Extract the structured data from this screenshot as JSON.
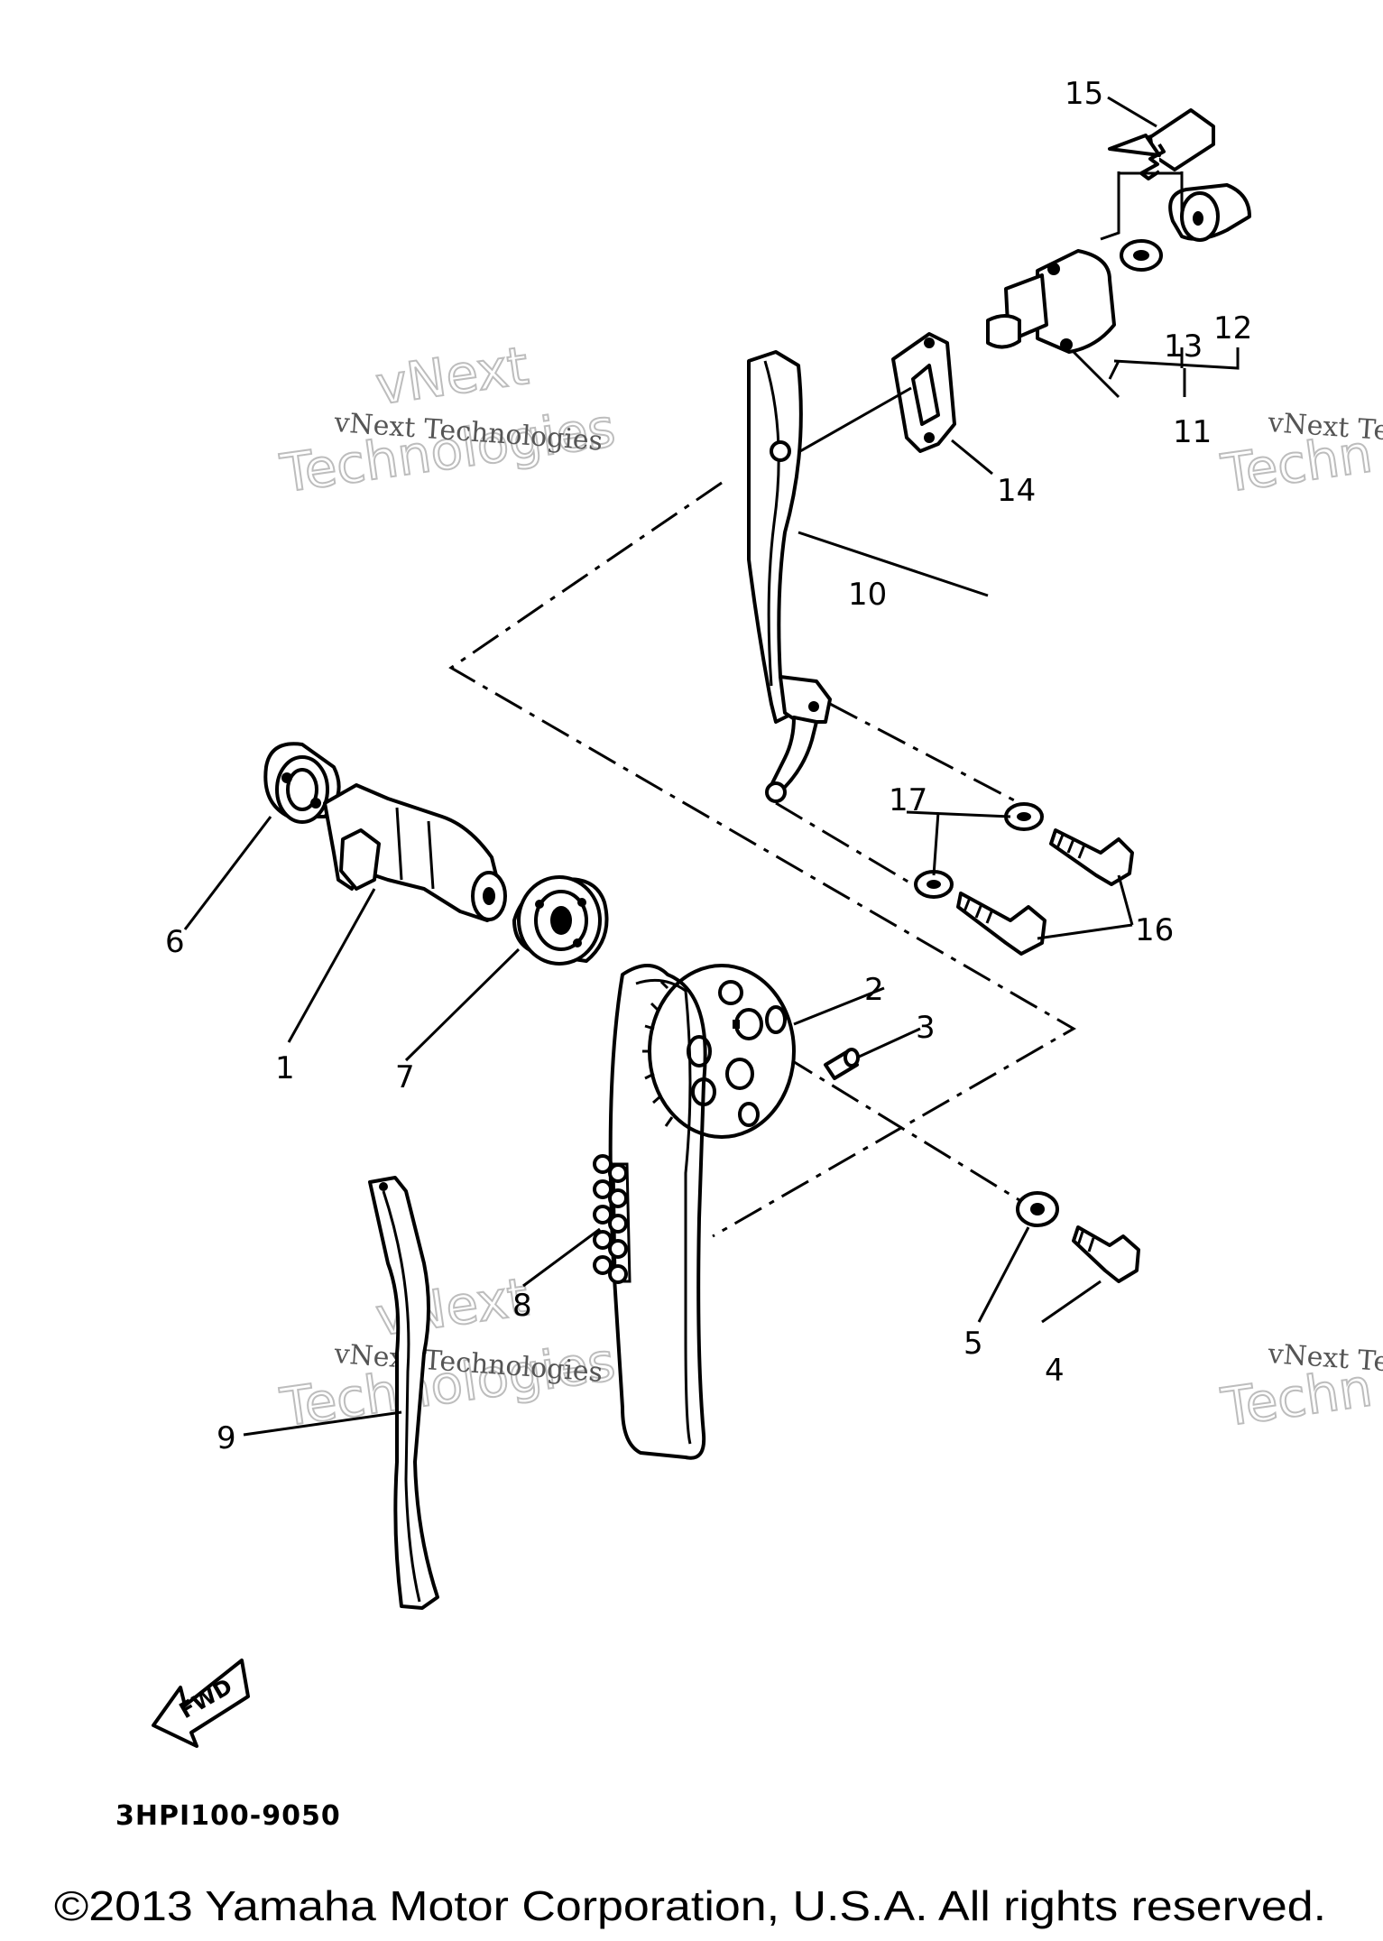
{
  "diagram": {
    "callouts": {
      "c1": "1",
      "c2": "2",
      "c3": "3",
      "c4": "4",
      "c5": "5",
      "c6": "6",
      "c7": "7",
      "c8": "8",
      "c9": "9",
      "c10": "10",
      "c11": "11",
      "c12": "12",
      "c13": "13",
      "c14": "14",
      "c15": "15",
      "c16": "16",
      "c17": "17"
    },
    "fwd_label": "FWD",
    "diagram_code": "3HPI100-9050"
  },
  "watermark": {
    "line": "vNext Technologies",
    "big_top": "vNext",
    "big_bottom": "Technologies",
    "edge_line": "vNext Te",
    "edge_big": "Techn"
  },
  "footer": {
    "copyright": "©2013 Yamaha Motor Corporation, U.S.A. All rights reserved."
  },
  "colors": {
    "ink": "#000000",
    "background": "#ffffff",
    "watermark": "#bdbdbd"
  }
}
